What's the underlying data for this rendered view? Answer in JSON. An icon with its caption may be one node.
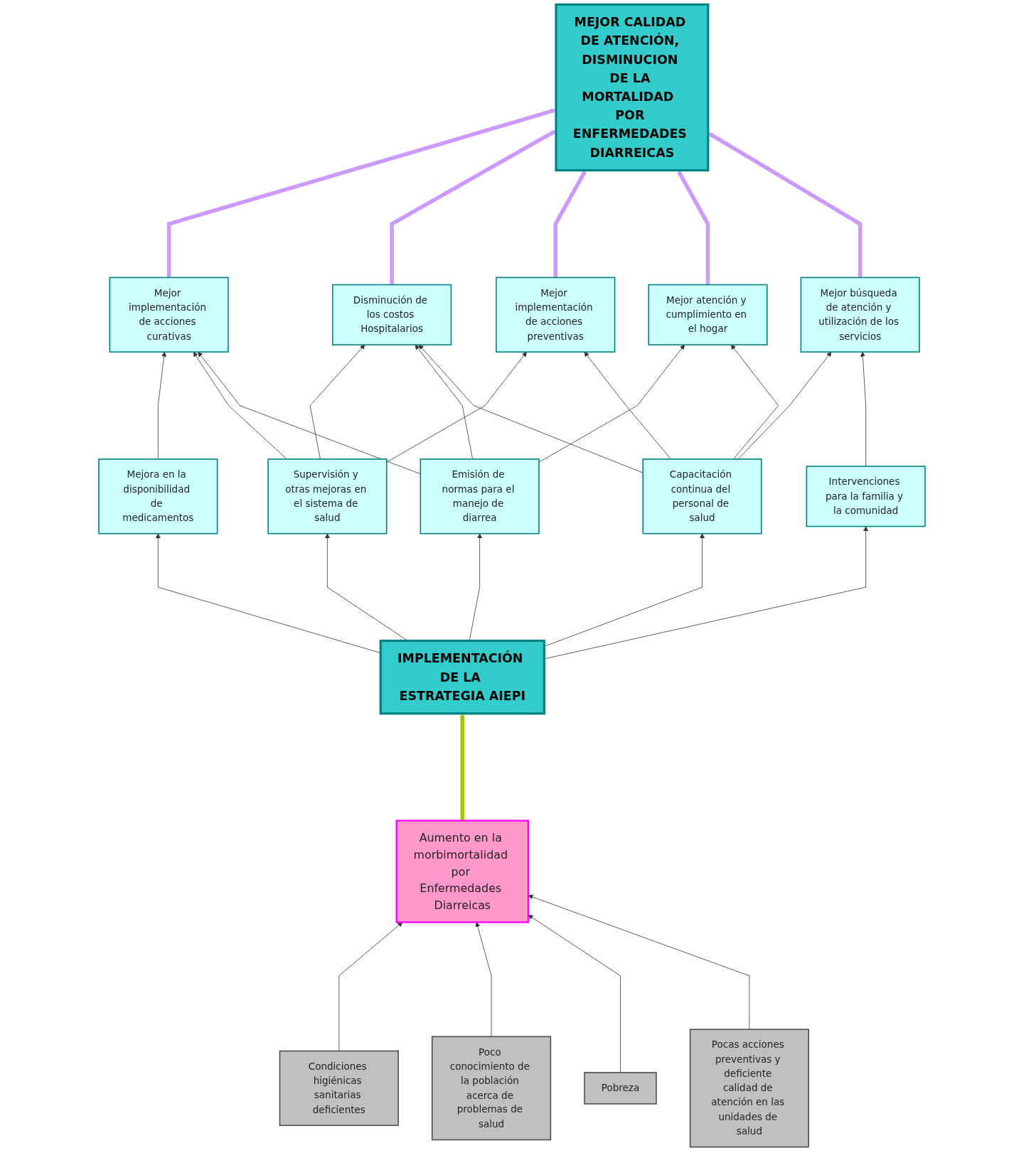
{
  "diagram": {
    "nodes": [
      {
        "text": [
          "MEJOR CALIDAD DE ATENCIÓN, DISMINUCION DE LA MORTALIDAD  POR ENFERMEDADES DIARREICAS"
        ]
      },
      {
        "text": [
          "Mejor implementación de acciones curativas"
        ]
      },
      {
        "text": [
          "Disminución de los costos Hospitalarios"
        ]
      },
      {
        "text": [
          "Mejor implementación de acciones preventivas"
        ]
      },
      {
        "text": [
          "Mejor atención y cumplimiento en el hogar"
        ]
      },
      {
        "text": [
          "Mejor búsqueda de atención y utilización de los servicios"
        ]
      },
      {
        "text": [
          "Mejora en la disponibilidad de medicamentos"
        ]
      },
      {
        "text": [
          "Supervisión y otras mejoras en el sistema de salud"
        ]
      },
      {
        "text": [
          "Emisión de normas para el manejo de diarrea"
        ]
      },
      {
        "text": [
          "Capacitación continua del personal de salud"
        ]
      },
      {
        "text": [
          "Intervenciones para la familia y la comunidad"
        ]
      },
      {
        "text": [
          "IMPLEMENTACIÓN DE LA ESTRATEGIA AIEPI"
        ]
      },
      {
        "text": [
          "Aumento en la morbimortalidad por Enfermedades Diarreicas"
        ]
      },
      {
        "text": [
          "Condiciones higiénicas sanitarias deficientes"
        ]
      },
      {
        "text": [
          "Poco conocimiento de la población acerca de problemas de salud"
        ]
      },
      {
        "text": [
          "Pobreza"
        ]
      },
      {
        "text": [
          "Pocas acciones preventivas y deficiente calidad de atención en las unidades de salud"
        ]
      }
    ],
    "edges": [
      {
        "from": 1,
        "to": 0,
        "arrow": "to",
        "style": "thick",
        "color": "#cc99ff"
      },
      {
        "from": 2,
        "to": 0,
        "arrow": "to",
        "style": "thick",
        "color": "#cc99ff"
      },
      {
        "from": 3,
        "to": 0,
        "arrow": "to",
        "style": "thick",
        "color": "#cc99ff"
      },
      {
        "from": 4,
        "to": 0,
        "arrow": "to",
        "style": "thick",
        "color": "#cc99ff"
      },
      {
        "from": 5,
        "to": 0,
        "arrow": "to",
        "style": "thick",
        "color": "#cc99ff"
      },
      {
        "from": 6,
        "to": 1,
        "arrow": "to"
      },
      {
        "from": 7,
        "to": 1,
        "arrow": "to"
      },
      {
        "from": 7,
        "to": 2,
        "arrow": "to"
      },
      {
        "from": 7,
        "to": 3,
        "arrow": "to"
      },
      {
        "from": 8,
        "to": 1,
        "arrow": "to"
      },
      {
        "from": 8,
        "to": 2,
        "arrow": "to"
      },
      {
        "from": 8,
        "to": 4,
        "arrow": "to"
      },
      {
        "from": 9,
        "to": 2,
        "arrow": "to"
      },
      {
        "from": 9,
        "to": 3,
        "arrow": "to"
      },
      {
        "from": 9,
        "to": 4,
        "arrow": "to"
      },
      {
        "from": 9,
        "to": 5,
        "arrow": "to"
      },
      {
        "from": 10,
        "to": 5,
        "arrow": "to"
      },
      {
        "from": 11,
        "to": 6,
        "arrow": "to"
      },
      {
        "from": 11,
        "to": 7,
        "arrow": "to"
      },
      {
        "from": 11,
        "to": 8,
        "arrow": "to"
      },
      {
        "from": 11,
        "to": 9,
        "arrow": "to"
      },
      {
        "from": 11,
        "to": 10,
        "arrow": "to"
      },
      {
        "from": 12,
        "to": 11,
        "arrow": "to",
        "style": "thick",
        "color": "#99cc00"
      },
      {
        "from": 13,
        "to": 12,
        "arrow": "to"
      },
      {
        "from": 14,
        "to": 12,
        "arrow": "to"
      },
      {
        "from": 15,
        "to": 12,
        "arrow": "to"
      },
      {
        "from": 16,
        "to": 12,
        "arrow": "to"
      }
    ]
  }
}
